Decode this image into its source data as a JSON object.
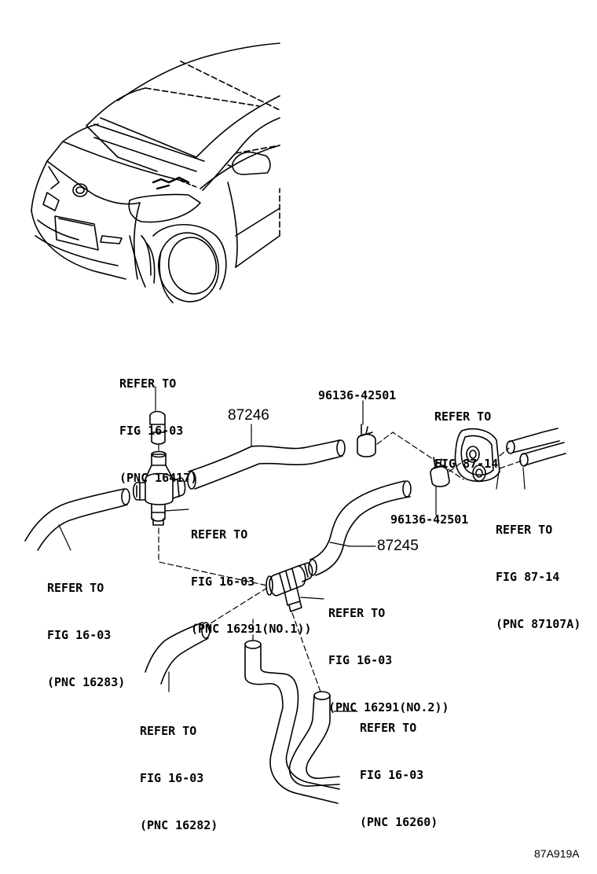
{
  "callouts": {
    "pnc_16417": [
      "REFER TO",
      "FIG 16-03",
      "(PNC 16417)"
    ],
    "pnc_16291_no1": [
      "REFER TO",
      "FIG 16-03",
      "(PNC 16291(NO.1))"
    ],
    "pnc_16283": [
      "REFER TO",
      "FIG 16-03",
      "(PNC 16283)"
    ],
    "pnc_16291_no2": [
      "REFER TO",
      "FIG 16-03",
      "(PNC 16291(NO.2))"
    ],
    "pnc_16282": [
      "REFER TO",
      "FIG 16-03",
      "(PNC 16282)"
    ],
    "pnc_16260": [
      "REFER TO",
      "FIG 16-03",
      "(PNC 16260)"
    ],
    "fig_87_14": [
      "REFER TO",
      "FIG 87-14"
    ],
    "pnc_87107a": [
      "REFER TO",
      "FIG 87-14",
      "(PNC 87107A)"
    ]
  },
  "part_numbers": {
    "hose_upper": "87246",
    "hose_lower": "87245",
    "clamp_upper": "96136-42501",
    "clamp_lower": "96136-42501"
  },
  "figure_code": "87A919A"
}
